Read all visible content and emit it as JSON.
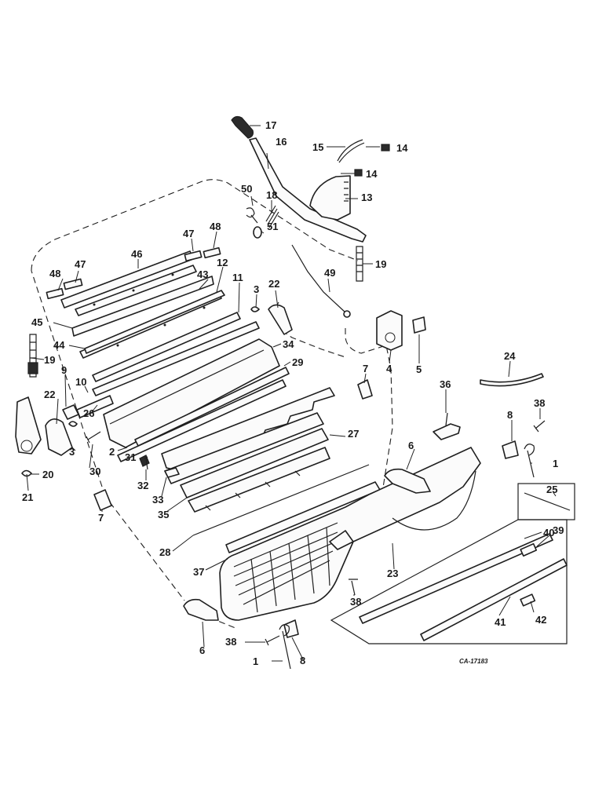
{
  "diagram_code": "CA-17183",
  "callouts": [
    {
      "id": "c17",
      "text": "17"
    },
    {
      "id": "c16",
      "text": "16"
    },
    {
      "id": "c15",
      "text": "15"
    },
    {
      "id": "c14a",
      "text": "14"
    },
    {
      "id": "c14b",
      "text": "14"
    },
    {
      "id": "c13",
      "text": "13"
    },
    {
      "id": "c50",
      "text": "50"
    },
    {
      "id": "c18",
      "text": "18"
    },
    {
      "id": "c51",
      "text": "51"
    },
    {
      "id": "c19a",
      "text": "19"
    },
    {
      "id": "c49",
      "text": "49"
    },
    {
      "id": "c47a",
      "text": "47"
    },
    {
      "id": "c48a",
      "text": "48"
    },
    {
      "id": "c46",
      "text": "46"
    },
    {
      "id": "c12",
      "text": "12"
    },
    {
      "id": "c43",
      "text": "43"
    },
    {
      "id": "c11",
      "text": "11"
    },
    {
      "id": "c3a",
      "text": "3"
    },
    {
      "id": "c22a",
      "text": "22"
    },
    {
      "id": "c47b",
      "text": "47"
    },
    {
      "id": "c48b",
      "text": "48"
    },
    {
      "id": "c45",
      "text": "45"
    },
    {
      "id": "c44",
      "text": "44"
    },
    {
      "id": "c19b",
      "text": "19"
    },
    {
      "id": "c34",
      "text": "34"
    },
    {
      "id": "c29",
      "text": "29"
    },
    {
      "id": "c4",
      "text": "4"
    },
    {
      "id": "c5",
      "text": "5"
    },
    {
      "id": "c24",
      "text": "24"
    },
    {
      "id": "c7a",
      "text": "7"
    },
    {
      "id": "c36",
      "text": "36"
    },
    {
      "id": "c38a",
      "text": "38"
    },
    {
      "id": "c8a",
      "text": "8"
    },
    {
      "id": "c1a",
      "text": "1"
    },
    {
      "id": "c9",
      "text": "9"
    },
    {
      "id": "c10",
      "text": "10"
    },
    {
      "id": "c26",
      "text": "26"
    },
    {
      "id": "c22b",
      "text": "22"
    },
    {
      "id": "c2",
      "text": "2"
    },
    {
      "id": "c31",
      "text": "31"
    },
    {
      "id": "c27",
      "text": "27"
    },
    {
      "id": "c6a",
      "text": "6"
    },
    {
      "id": "c25",
      "text": "25"
    },
    {
      "id": "c3b",
      "text": "3"
    },
    {
      "id": "c30",
      "text": "30"
    },
    {
      "id": "c20",
      "text": "20"
    },
    {
      "id": "c32",
      "text": "32"
    },
    {
      "id": "c21",
      "text": "21"
    },
    {
      "id": "c33",
      "text": "33"
    },
    {
      "id": "c35",
      "text": "35"
    },
    {
      "id": "c7b",
      "text": "7"
    },
    {
      "id": "c28",
      "text": "28"
    },
    {
      "id": "c40",
      "text": "40"
    },
    {
      "id": "c39",
      "text": "39"
    },
    {
      "id": "c37",
      "text": "37"
    },
    {
      "id": "c23",
      "text": "23"
    },
    {
      "id": "c38b",
      "text": "38"
    },
    {
      "id": "c41",
      "text": "41"
    },
    {
      "id": "c42",
      "text": "42"
    },
    {
      "id": "c6b",
      "text": "6"
    },
    {
      "id": "c38c",
      "text": "38"
    },
    {
      "id": "c1b",
      "text": "1"
    },
    {
      "id": "c8b",
      "text": "8"
    }
  ]
}
